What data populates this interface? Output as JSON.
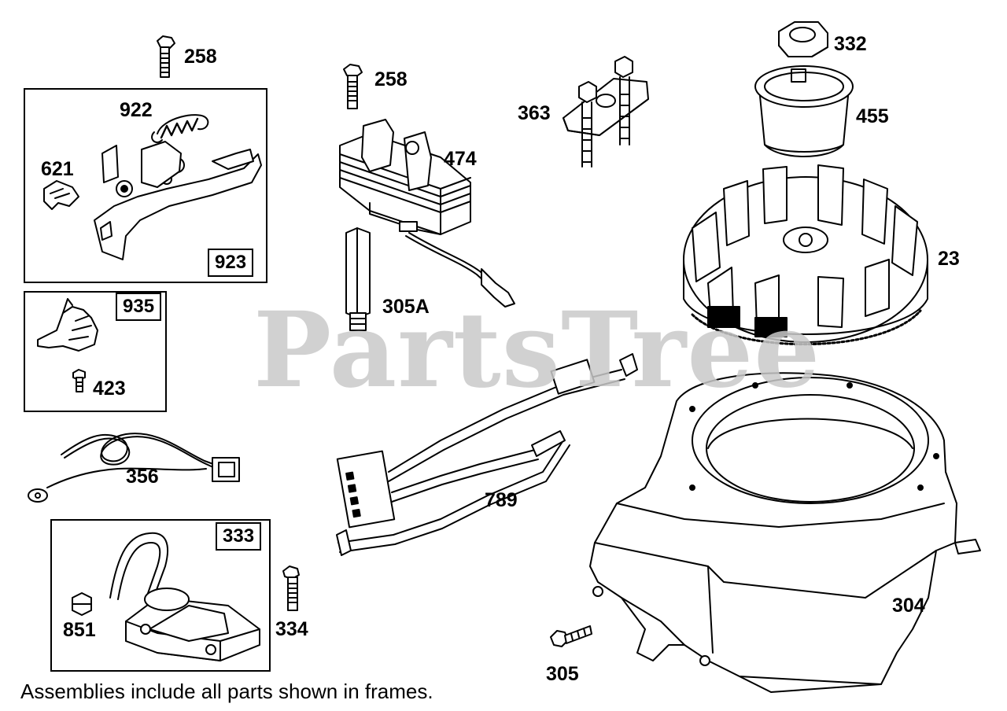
{
  "watermark": "PartsTree",
  "footnote": "Assemblies include all parts shown in frames.",
  "frames": {
    "f923": "923",
    "f935": "935",
    "f333": "333"
  },
  "callouts": {
    "c258a": "258",
    "c922": "922",
    "c621": "621",
    "c423": "423",
    "c356": "356",
    "c851": "851",
    "c334": "334",
    "c258b": "258",
    "c474": "474",
    "c305a": "305A",
    "c789": "789",
    "c363": "363",
    "c332": "332",
    "c455": "455",
    "c23": "23",
    "c304": "304",
    "c305": "305"
  }
}
